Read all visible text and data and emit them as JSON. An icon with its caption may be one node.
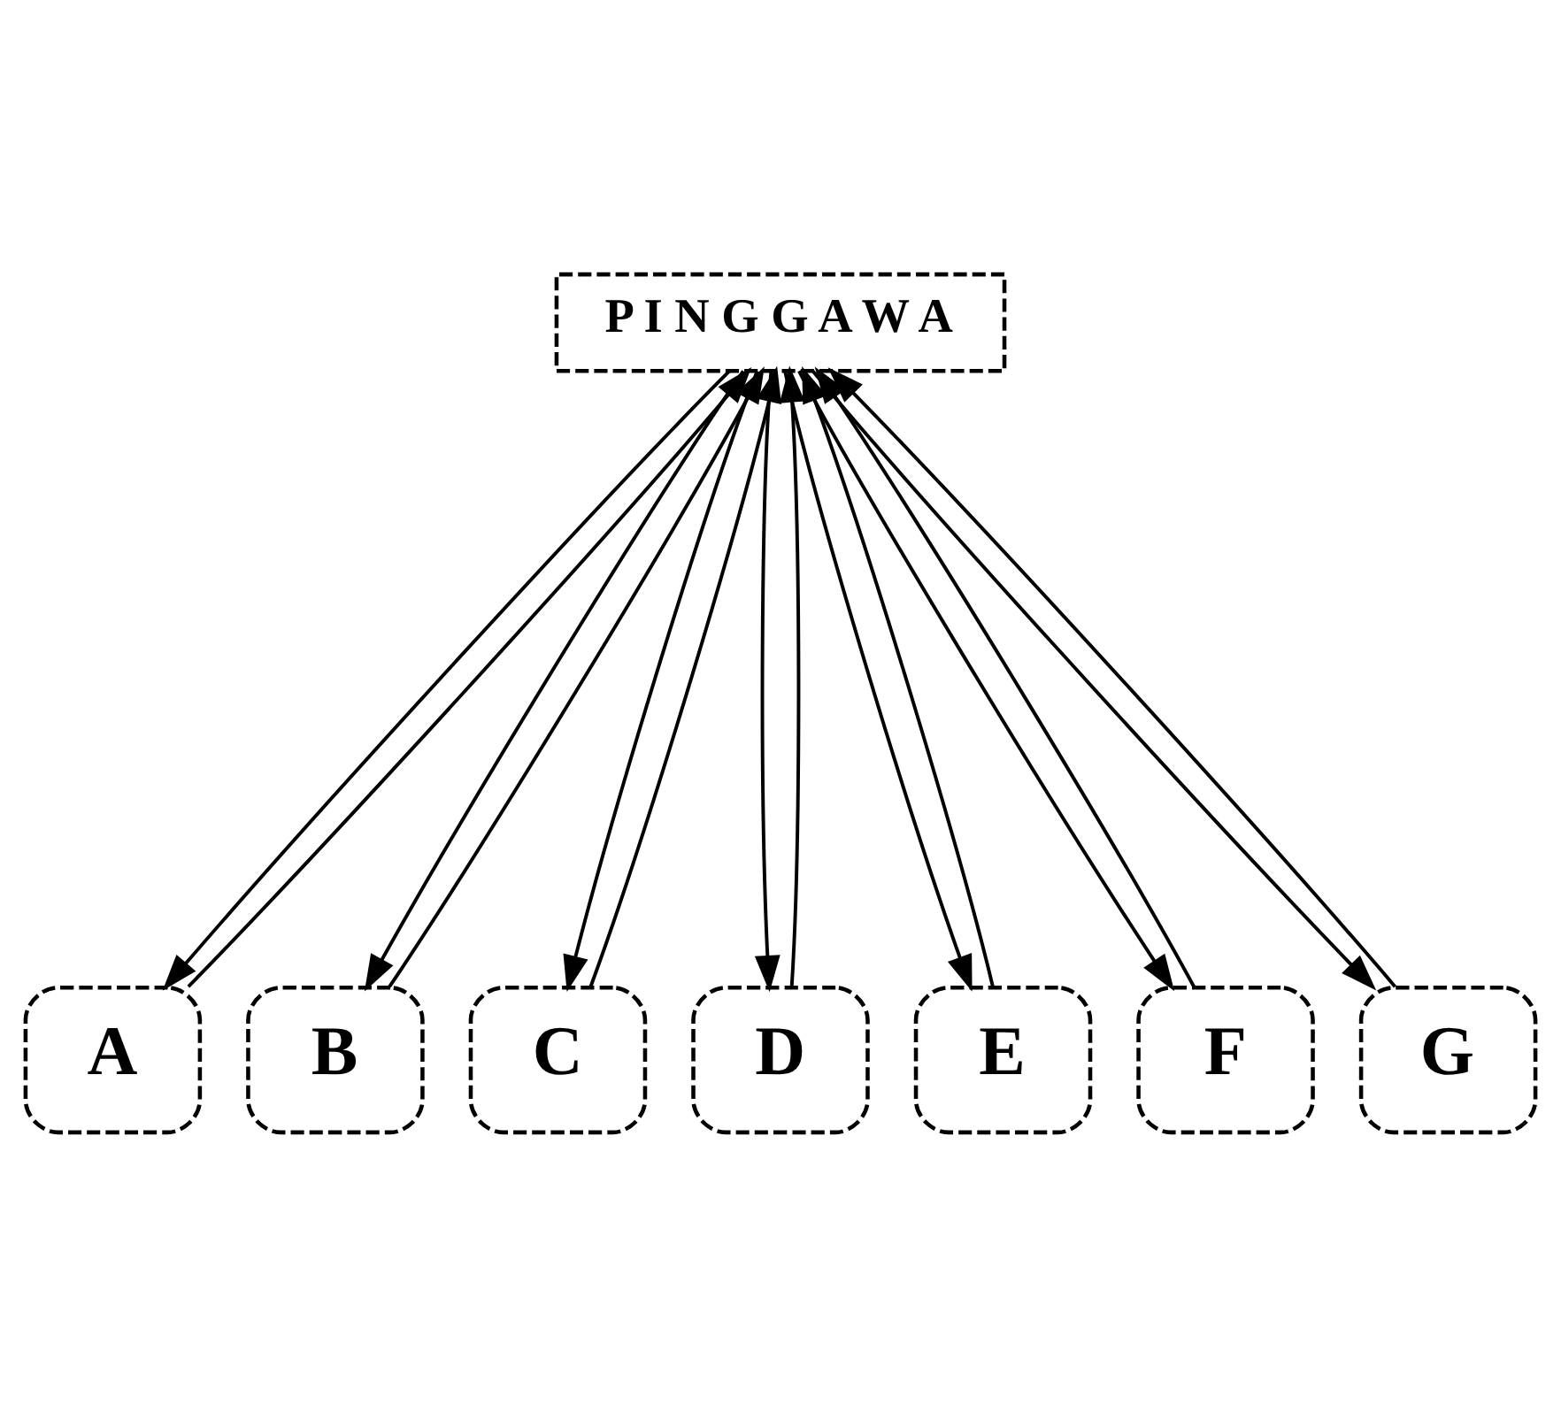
{
  "diagram": {
    "nodes": [
      {
        "text": [
          "P I N G G A W A"
        ]
      },
      {
        "text": [
          "A"
        ]
      },
      {
        "text": [
          "B"
        ]
      },
      {
        "text": [
          "C"
        ]
      },
      {
        "text": [
          "D"
        ]
      },
      {
        "text": [
          "E"
        ]
      },
      {
        "text": [
          "F"
        ]
      },
      {
        "text": [
          "G"
        ]
      }
    ],
    "edges": [
      {
        "from": 1,
        "to": 0,
        "arrow": "to"
      },
      {
        "from": 0,
        "to": 1,
        "arrow": "to"
      },
      {
        "from": 2,
        "to": 0,
        "arrow": "to"
      },
      {
        "from": 0,
        "to": 2,
        "arrow": "to"
      },
      {
        "from": 3,
        "to": 0,
        "arrow": "to"
      },
      {
        "from": 0,
        "to": 3,
        "arrow": "to"
      },
      {
        "from": 4,
        "to": 0,
        "arrow": "to"
      },
      {
        "from": 0,
        "to": 4,
        "arrow": "to"
      },
      {
        "from": 5,
        "to": 0,
        "arrow": "to"
      },
      {
        "from": 0,
        "to": 5,
        "arrow": "to"
      },
      {
        "from": 6,
        "to": 0,
        "arrow": "to"
      },
      {
        "from": 0,
        "to": 6,
        "arrow": "to"
      },
      {
        "from": 7,
        "to": 0,
        "arrow": "to"
      },
      {
        "from": 0,
        "to": 7,
        "arrow": "to"
      }
    ]
  }
}
